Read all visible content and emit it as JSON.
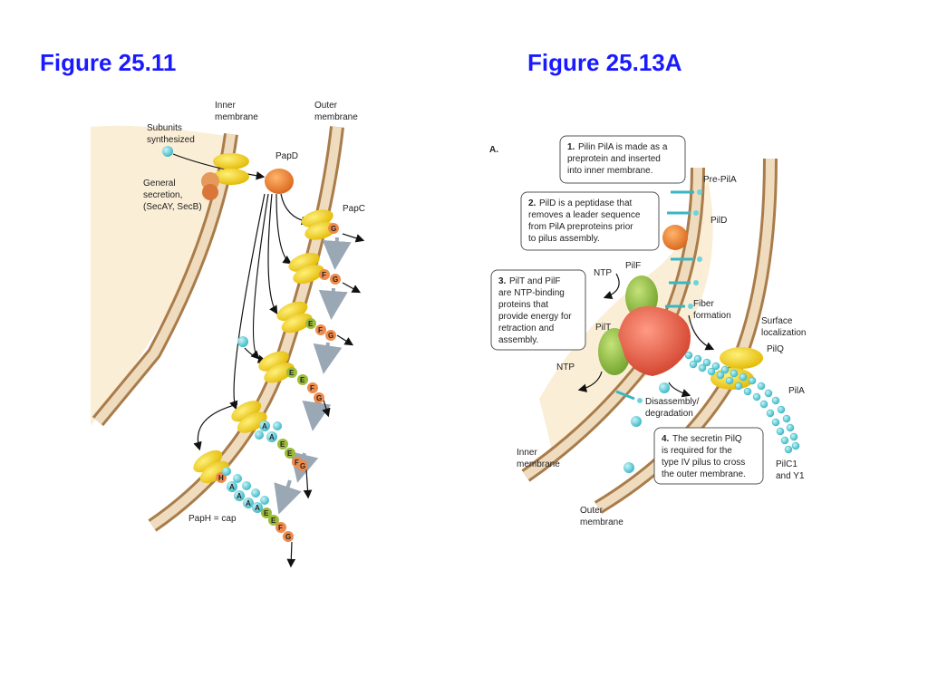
{
  "titles": {
    "left": "Figure 25.11",
    "right": "Figure 25.13A"
  },
  "left_figure": {
    "labels": {
      "inner_membrane": [
        "Inner",
        "membrane"
      ],
      "outer_membrane": [
        "Outer",
        "membrane"
      ],
      "subunits": [
        "Subunits",
        "synthesized"
      ],
      "general_secretion": [
        "General",
        "secretion,",
        "(SecAY, SecB)"
      ],
      "papd": "PapD",
      "papc": "PapC",
      "paph": "PapH = cap"
    },
    "bead_letters": {
      "A": "A",
      "E": "E",
      "F": "F",
      "G": "G",
      "H": "H"
    }
  },
  "right_figure": {
    "panel_label": "A.",
    "boxes": [
      {
        "num": "1.",
        "lines": [
          "Pilin PilA is made as a",
          "preprotein and inserted",
          "into inner membrane."
        ]
      },
      {
        "num": "2.",
        "lines": [
          "PilD is a peptidase that",
          "removes a leader sequence",
          "from PilA preproteins prior",
          "to pilus assembly."
        ]
      },
      {
        "num": "3.",
        "lines": [
          "PilT and PilF",
          "are NTP-binding",
          "proteins that",
          "provide energy for",
          "retraction and",
          "assembly."
        ]
      },
      {
        "num": "4.",
        "lines": [
          "The secretin PilQ",
          "is required for the",
          "type IV pilus to cross",
          "the outer membrane."
        ]
      }
    ],
    "labels": {
      "pre_pila": "Pre-PilA",
      "pild": "PilD",
      "pilf": "PilF",
      "ntp_top": "NTP",
      "pilt": "PilT",
      "ntp_bottom": "NTP",
      "fiber": [
        "Fiber",
        "formation"
      ],
      "surface": [
        "Surface",
        "localization"
      ],
      "pilq": "PilQ",
      "pila": "PilA",
      "disassembly": [
        "Disassembly/",
        "degradation"
      ],
      "inner_membrane": [
        "Inner",
        "membrane"
      ],
      "outer_membrane": [
        "Outer",
        "membrane"
      ],
      "pilc1": [
        "PilC1",
        "and Y1"
      ]
    }
  },
  "colors": {
    "title_blue": "#1a1aff",
    "cytoplasm": "#fbeed6",
    "membrane_brown": "#a97c4a",
    "membrane_fill": "#efdcbf",
    "usher_yellow": "#f5d020",
    "papd_orange": "#ee7b1e",
    "bead_teal": "#6fd3dc",
    "bead_orange": "#ee8a4a",
    "bead_green": "#9cbb3a",
    "pilt_red": "#e65a44",
    "pilf_green": "#8cbe3c"
  }
}
